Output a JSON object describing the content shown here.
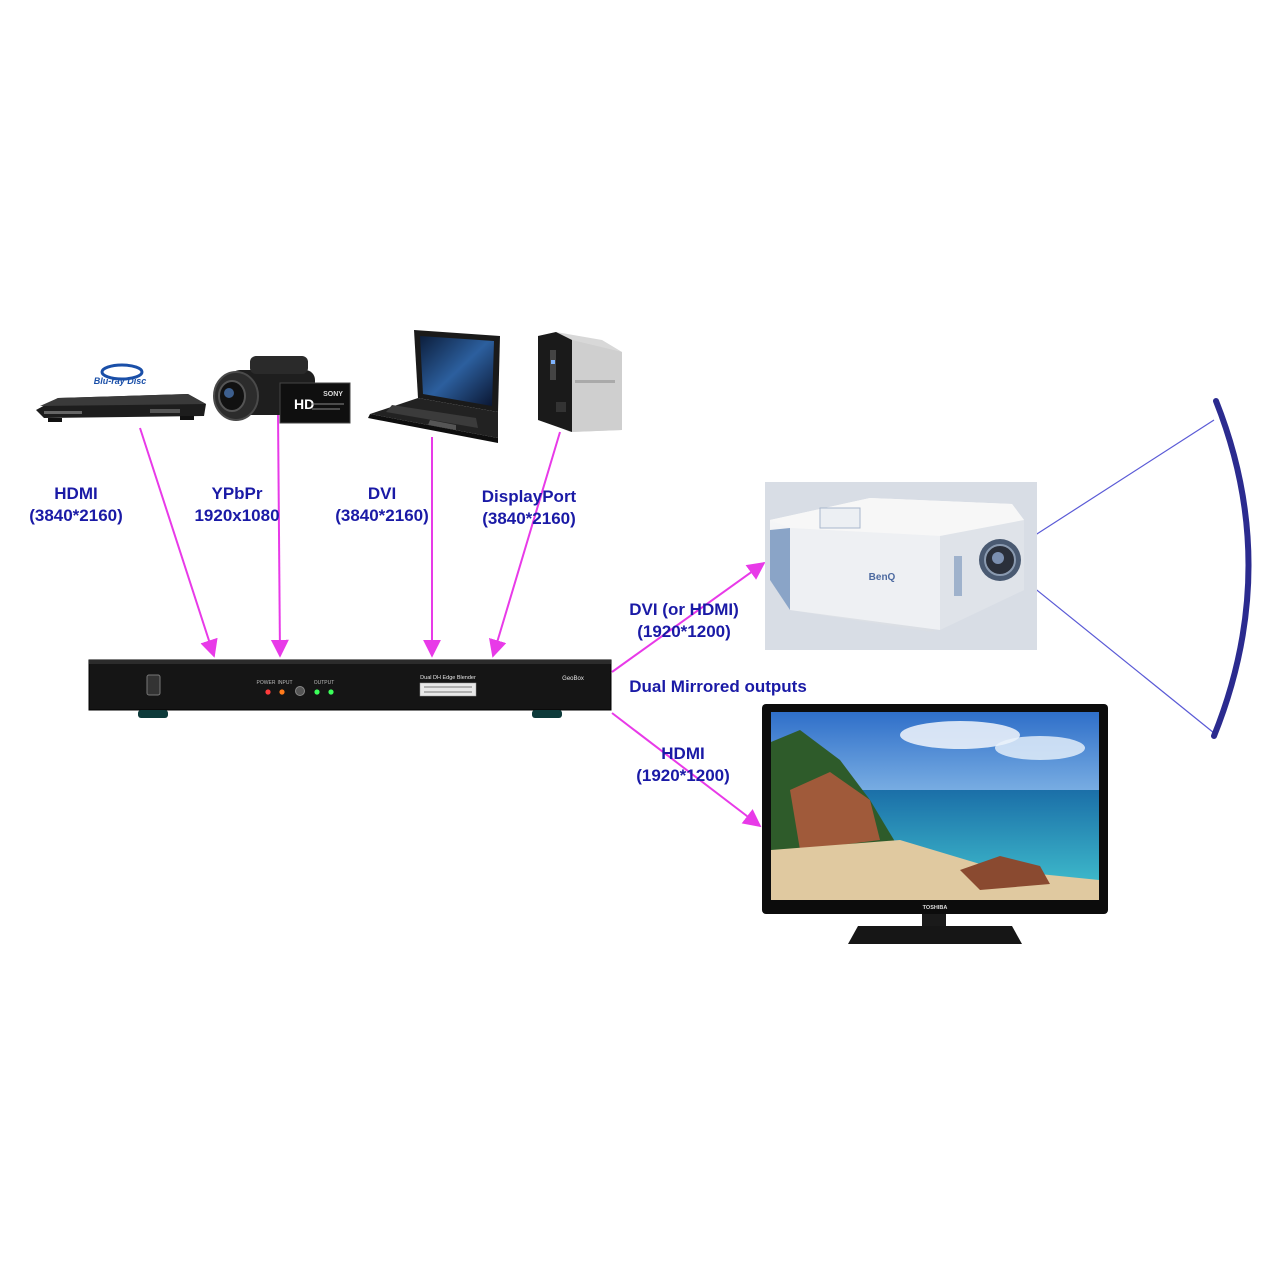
{
  "colors": {
    "label_text": "#1a1aa6",
    "arrow": "#e83ae8",
    "projection_line": "#5a5ad6",
    "screen": "#2b2b8f",
    "device_body": "#151515"
  },
  "sources": [
    {
      "id": "bluray",
      "icon": "bluray-player-icon",
      "brand": "Blu-ray Disc",
      "name": "HDMI",
      "resolution": "(3840*2160)"
    },
    {
      "id": "camcorder",
      "icon": "camcorder-icon",
      "brand": "SONY",
      "badge": "HD",
      "name": "YPbPr",
      "resolution": "1920x1080"
    },
    {
      "id": "laptop",
      "icon": "laptop-icon",
      "name": "DVI",
      "resolution": "(3840*2160)"
    },
    {
      "id": "pc",
      "icon": "desktop-tower-icon",
      "name": "DisplayPort",
      "resolution": "(3840*2160)"
    }
  ],
  "outputs": [
    {
      "id": "projector",
      "icon": "projector-icon",
      "brand": "BenQ",
      "name": "DVI (or HDMI)",
      "resolution": "(1920*1200)"
    },
    {
      "id": "tv",
      "icon": "tv-icon",
      "brand": "TOSHIBA",
      "name": "HDMI",
      "resolution": "(1920*1200)"
    }
  ],
  "outputs_caption": "Dual Mirrored outputs",
  "main_unit": {
    "brand": "GeoBox",
    "model": "Dual DH Edge Blender",
    "indicators": {
      "power": "POWER",
      "input": "INPUT",
      "output": "OUTPUT"
    }
  }
}
